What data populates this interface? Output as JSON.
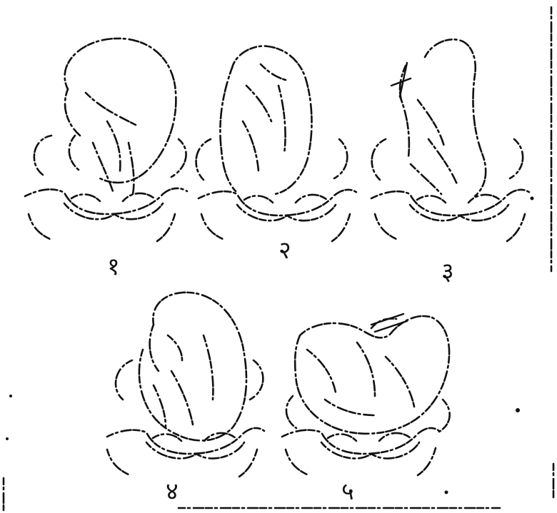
{
  "figure": {
    "panels": [
      {
        "label": "१"
      },
      {
        "label": "२"
      },
      {
        "label": "३"
      },
      {
        "label": "४"
      },
      {
        "label": "५"
      }
    ]
  }
}
